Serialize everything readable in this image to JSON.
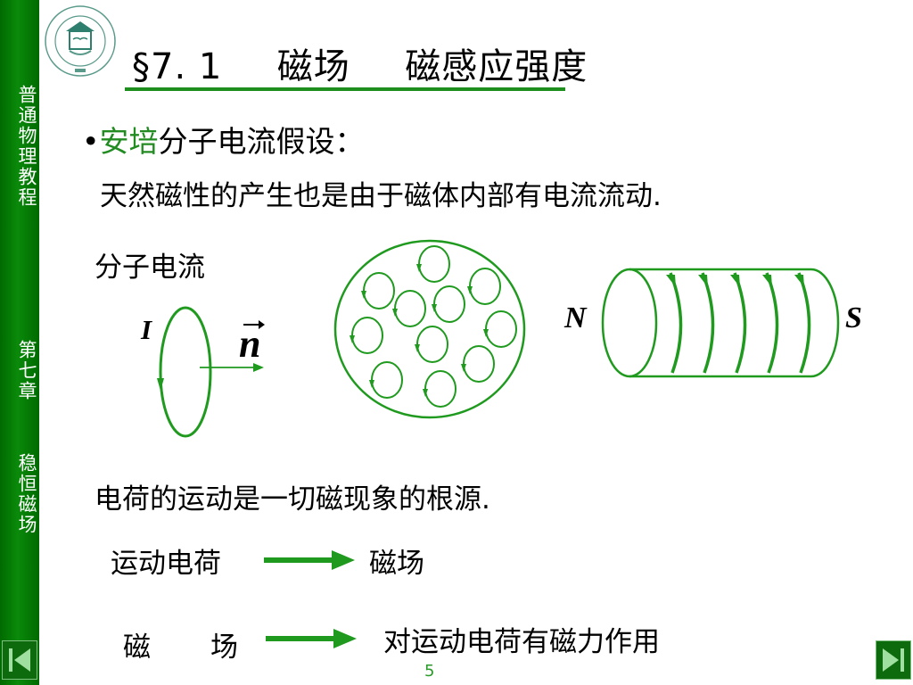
{
  "sidebar": {
    "course": "普通物理教程",
    "chapter": "第七章",
    "chapter_title": "稳恒磁场"
  },
  "title": {
    "section": "§7. 1",
    "topic1": "磁场",
    "topic2": "磁感应强度"
  },
  "content": {
    "bullet": "•",
    "ampere": "安培",
    "hypothesis": "分子电流假设：",
    "explanation": "天然磁性的产生也是由于磁体内部有电流流动.",
    "molecular_current_label": "分子电流",
    "current_symbol": "I",
    "normal_symbol": "n",
    "north": "N",
    "south": "S",
    "root_statement": "电荷的运动是一切磁现象的根源.",
    "moving_charge": "运动电荷",
    "magnetic_field": "磁场",
    "field_label_a": "磁",
    "field_label_b": "场",
    "force_on_charge": "对运动电荷有磁力作用"
  },
  "footer": {
    "page": "5"
  },
  "colors": {
    "accent_green": "#228b22",
    "sidebar_green": "#006a00"
  },
  "icons": {
    "prev": "prev-icon",
    "next": "next-icon",
    "logo": "university-logo-icon"
  }
}
